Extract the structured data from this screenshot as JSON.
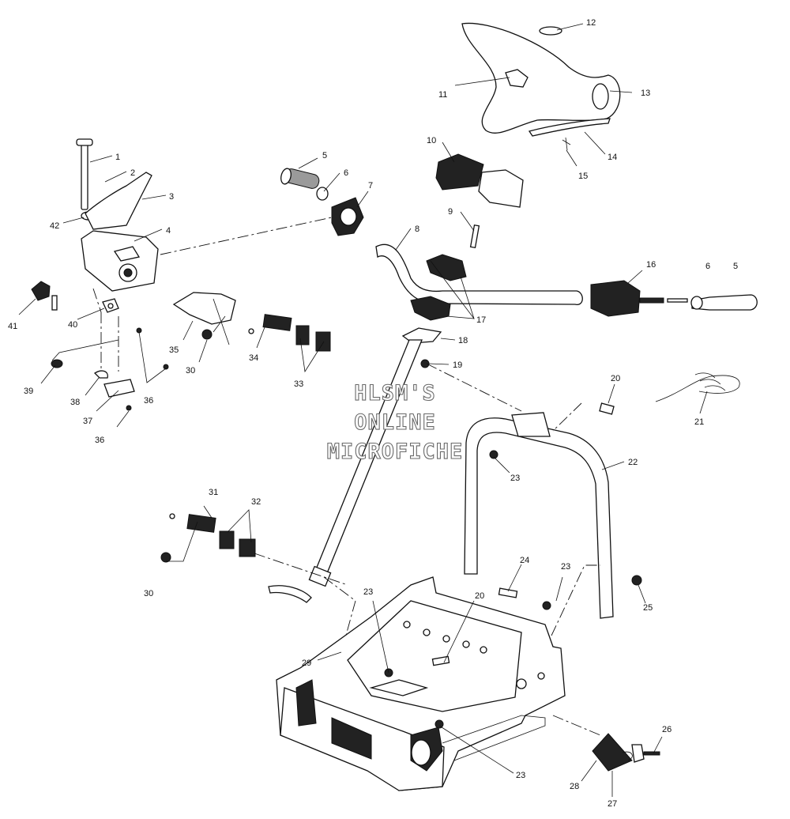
{
  "watermark": {
    "line1": "HLSM'S",
    "line2": "ONLINE",
    "line3": "MICROFICHE"
  },
  "callouts": [
    {
      "id": "c1",
      "label": "1"
    },
    {
      "id": "c2",
      "label": "2"
    },
    {
      "id": "c3",
      "label": "3"
    },
    {
      "id": "c4",
      "label": "4"
    },
    {
      "id": "c5a",
      "label": "5"
    },
    {
      "id": "c5b",
      "label": "5"
    },
    {
      "id": "c6a",
      "label": "6"
    },
    {
      "id": "c6b",
      "label": "6"
    },
    {
      "id": "c7",
      "label": "7"
    },
    {
      "id": "c8",
      "label": "8"
    },
    {
      "id": "c9",
      "label": "9"
    },
    {
      "id": "c10",
      "label": "10"
    },
    {
      "id": "c11",
      "label": "11"
    },
    {
      "id": "c12",
      "label": "12"
    },
    {
      "id": "c13",
      "label": "13"
    },
    {
      "id": "c14",
      "label": "14"
    },
    {
      "id": "c15",
      "label": "15"
    },
    {
      "id": "c16",
      "label": "16"
    },
    {
      "id": "c17",
      "label": "17"
    },
    {
      "id": "c18",
      "label": "18"
    },
    {
      "id": "c19",
      "label": "19"
    },
    {
      "id": "c20a",
      "label": "20"
    },
    {
      "id": "c20b",
      "label": "20"
    },
    {
      "id": "c21",
      "label": "21"
    },
    {
      "id": "c22",
      "label": "22"
    },
    {
      "id": "c23a",
      "label": "23"
    },
    {
      "id": "c23b",
      "label": "23"
    },
    {
      "id": "c23c",
      "label": "23"
    },
    {
      "id": "c23d",
      "label": "23"
    },
    {
      "id": "c24",
      "label": "24"
    },
    {
      "id": "c25",
      "label": "25"
    },
    {
      "id": "c26",
      "label": "26"
    },
    {
      "id": "c27",
      "label": "27"
    },
    {
      "id": "c28",
      "label": "28"
    },
    {
      "id": "c29",
      "label": "29"
    },
    {
      "id": "c30a",
      "label": "30"
    },
    {
      "id": "c30b",
      "label": "30"
    },
    {
      "id": "c31",
      "label": "31"
    },
    {
      "id": "c32",
      "label": "32"
    },
    {
      "id": "c33",
      "label": "33"
    },
    {
      "id": "c34",
      "label": "34"
    },
    {
      "id": "c35",
      "label": "35"
    },
    {
      "id": "c36a",
      "label": "36"
    },
    {
      "id": "c36b",
      "label": "36"
    },
    {
      "id": "c37",
      "label": "37"
    },
    {
      "id": "c38",
      "label": "38"
    },
    {
      "id": "c39",
      "label": "39"
    },
    {
      "id": "c40",
      "label": "40"
    },
    {
      "id": "c41",
      "label": "41"
    },
    {
      "id": "c42",
      "label": "42"
    }
  ]
}
